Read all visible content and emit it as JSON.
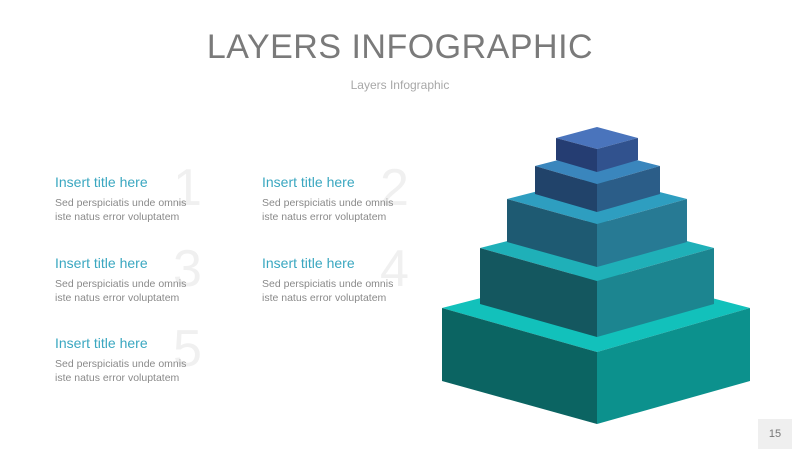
{
  "slide": {
    "title": "LAYERS INFOGRAPHIC",
    "subtitle": "Layers Infographic",
    "page_number": "15"
  },
  "items": [
    {
      "number": "1",
      "title": "Insert title here",
      "desc_line1": "Sed perspiciatis unde omnis",
      "desc_line2": "iste natus error voluptatem"
    },
    {
      "number": "2",
      "title": "Insert title here",
      "desc_line1": "Sed perspiciatis unde omnis",
      "desc_line2": "iste natus error voluptatem"
    },
    {
      "number": "3",
      "title": "Insert title here",
      "desc_line1": "Sed perspiciatis unde omnis",
      "desc_line2": "iste natus error voluptatem"
    },
    {
      "number": "4",
      "title": "Insert title here",
      "desc_line1": "Sed perspiciatis unde omnis",
      "desc_line2": "iste natus error voluptatem"
    },
    {
      "number": "5",
      "title": "Insert title here",
      "desc_line1": "Sed perspiciatis unde omnis",
      "desc_line2": "iste natus error voluptatem"
    }
  ],
  "colors": {
    "accent": "#3aa7c0",
    "title_gray": "#7a7a7a",
    "layer_1": "#15b5b0",
    "layer_2": "#1d9ea8",
    "layer_3": "#258ba0",
    "layer_4": "#2b6d98",
    "layer_5": "#3b5c9a"
  }
}
